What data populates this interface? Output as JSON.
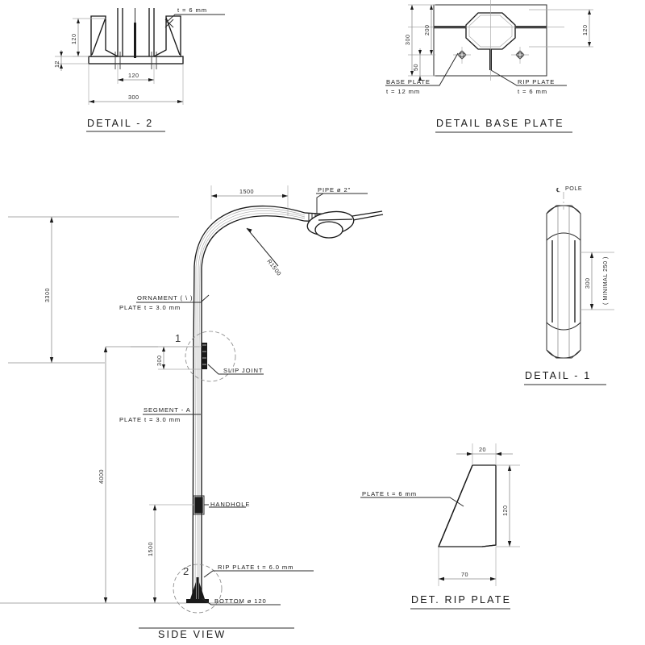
{
  "drawing": {
    "type": "street-light-pole-shop-drawing",
    "units": "mm",
    "line_color": "#2b2b2b",
    "dim_color": "#8d8d8d"
  },
  "detail_2": {
    "title": "DETAIL - 2",
    "note_thickness": "t = 6 mm",
    "dim_rib_height": "120",
    "dim_plate_thickness": "12",
    "dim_inner": "120",
    "dim_outer": "300"
  },
  "detail_base_plate": {
    "title": "DETAIL BASE PLATE",
    "dim_overall": "300",
    "dim_bolt_spacing": "200",
    "dim_edge": "50",
    "dim_width": "120",
    "label_base_plate": "BASE PLATE",
    "label_base_plate_thickness": "t = 12 mm",
    "label_rip_plate": "RIP PLATE",
    "label_rip_plate_thickness": "t = 6 mm"
  },
  "side_view": {
    "title": "SIDE VIEW",
    "dim_arm_reach": "1500",
    "dim_mounting_height": "3300",
    "dim_segment_a": "4000",
    "dim_handhole_height": "1500",
    "dim_slip_joint": "300",
    "label_pipe": "PIPE ø 2\"",
    "label_radius": "R1500",
    "label_ornament": "ORNAMENT ( \\ )",
    "label_ornament_plate": "PLATE t = 3.0 mm",
    "label_segment": "SEGMENT - A",
    "label_segment_plate": "PLATE t = 3.0 mm",
    "label_slip_joint": "SLIP JOINT",
    "label_handhole": "HANDHOLE",
    "label_rip_plate": "RIP PLATE t = 6.0 mm",
    "label_bottom": "BOTTOM ø 120",
    "bubble_1": "1",
    "bubble_2": "2"
  },
  "detail_1": {
    "title": "DETAIL - 1",
    "label_centerline_pole": "POLE",
    "centerline_symbol": "℄",
    "dim_lap": "300",
    "dim_note": "( MINIMAL 250 )"
  },
  "det_rip_plate": {
    "title": "DET. RIP PLATE",
    "label_plate": "PLATE t = 6 mm",
    "dim_top": "20",
    "dim_height": "120",
    "dim_base": "70"
  }
}
